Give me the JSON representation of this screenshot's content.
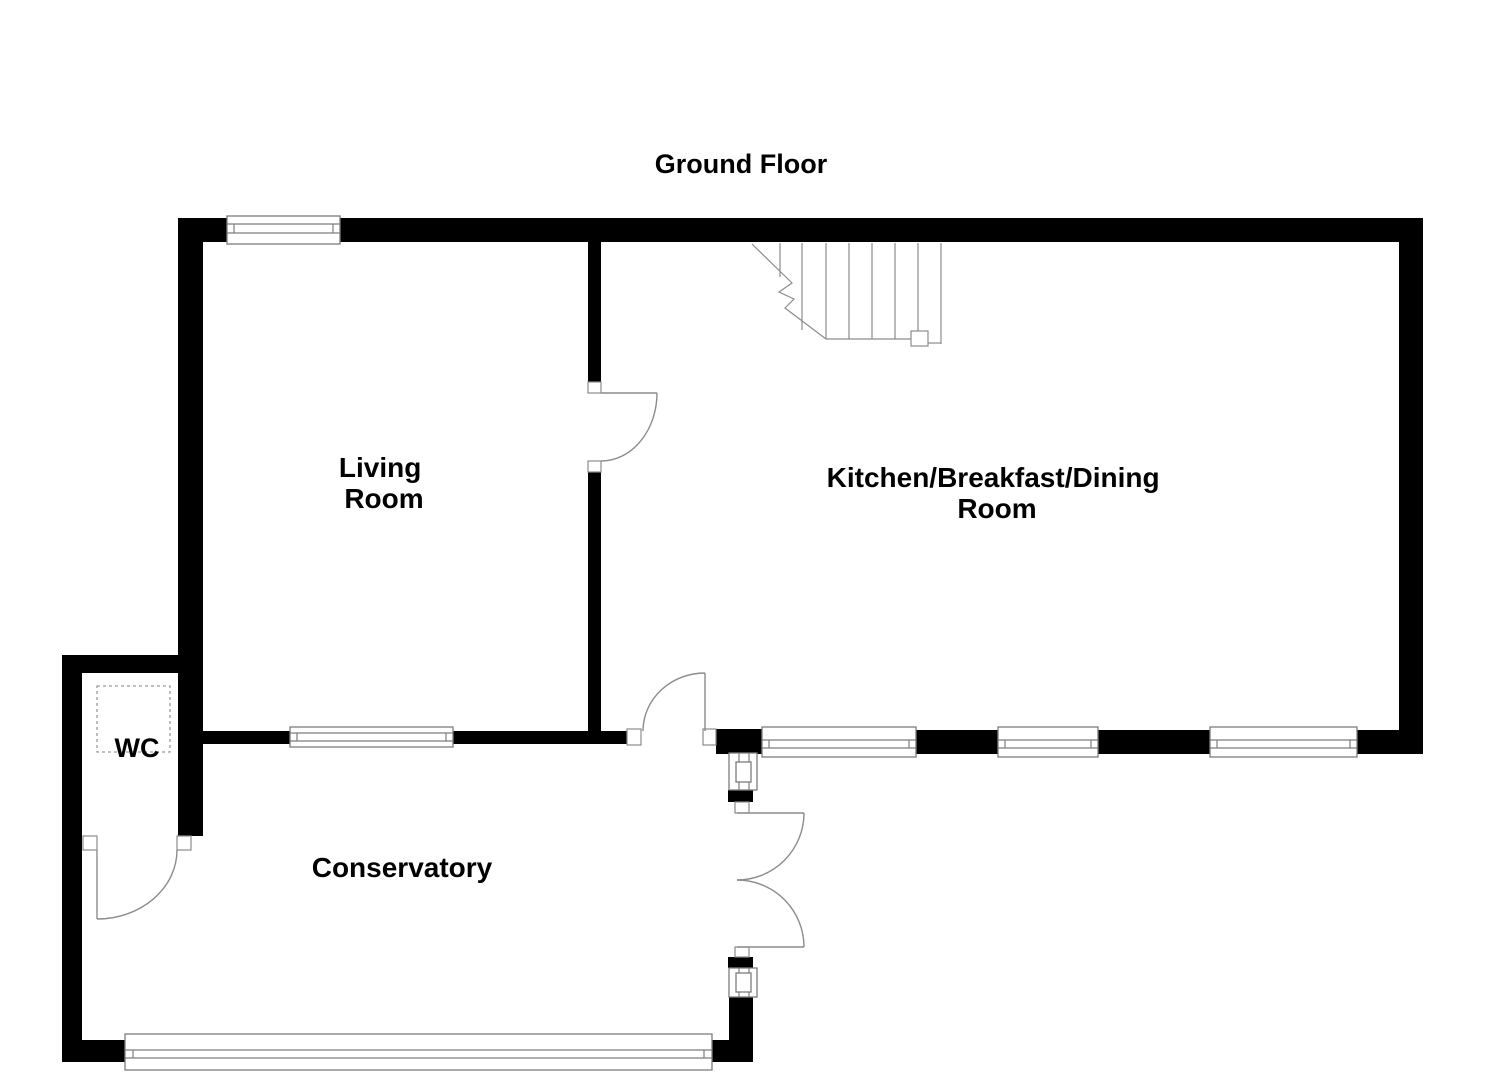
{
  "floor_plan": {
    "title": "Ground Floor",
    "rooms": [
      {
        "name": "Living Room",
        "label_lines": [
          "Living",
          "Room"
        ]
      },
      {
        "name": "Kitchen/Breakfast/Dining Room",
        "label_lines": [
          "Kitchen/Breakfast/Dining",
          "Room"
        ]
      },
      {
        "name": "WC",
        "label_lines": [
          "WC"
        ]
      },
      {
        "name": "Conservatory",
        "label_lines": [
          "Conservatory"
        ]
      }
    ]
  },
  "colors": {
    "wall": "#000000",
    "detail_line": "#8c8c8c",
    "window_line": "#7d7d7d",
    "label_text": "#000000",
    "background": "#ffffff"
  }
}
